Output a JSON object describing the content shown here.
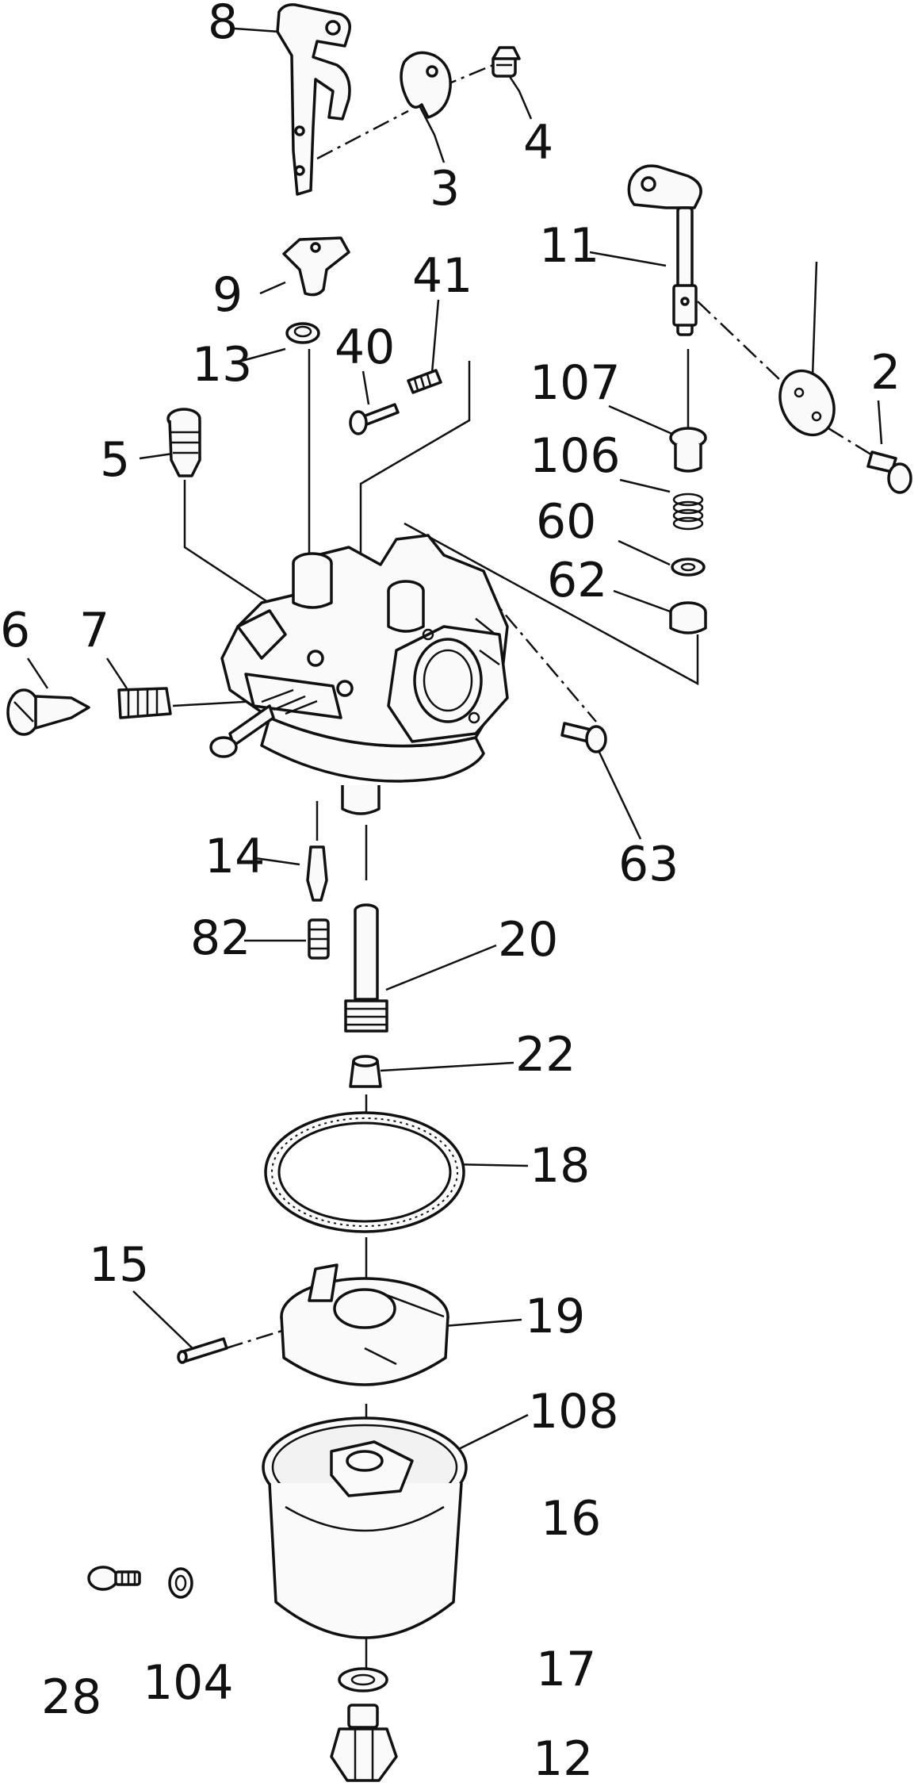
{
  "diagram": {
    "labels": {
      "p8": "8",
      "p3": "3",
      "p4": "4",
      "p9": "9",
      "p13": "13",
      "p40": "40",
      "p41": "41",
      "p11": "11",
      "p2": "2",
      "p107": "107",
      "p106": "106",
      "p60": "60",
      "p62": "62",
      "p5": "5",
      "p6": "6",
      "p7": "7",
      "p63": "63",
      "p14": "14",
      "p82": "82",
      "p20": "20",
      "p22": "22",
      "p18": "18",
      "p15": "15",
      "p19": "19",
      "p108": "108",
      "p16": "16",
      "p17": "17",
      "p28": "28",
      "p104": "104",
      "p12": "12"
    }
  }
}
